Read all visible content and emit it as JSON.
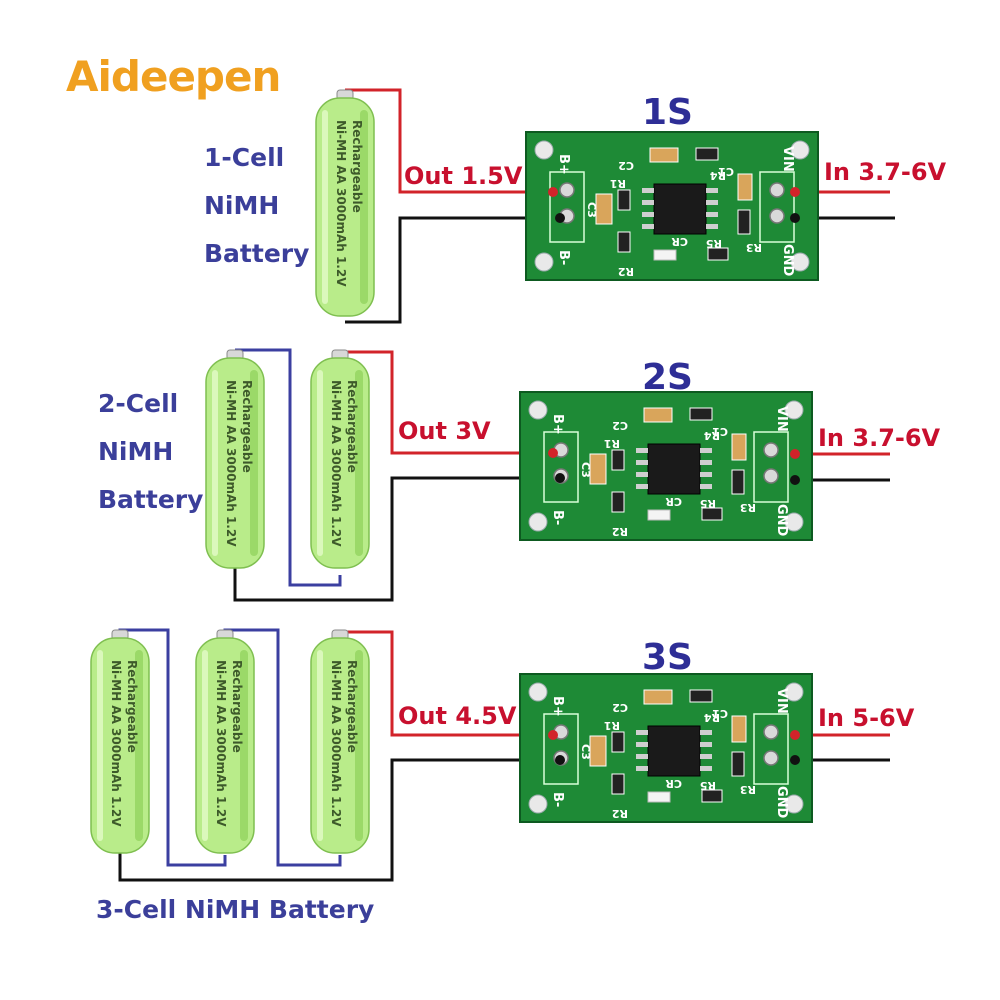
{
  "brand": {
    "name": "Aideepen"
  },
  "colors": {
    "battery_body": "#b9ec8a",
    "battery_shade": "#8fd15a",
    "pcb": "#1e8a36",
    "pcb_dark": "#0d5a20",
    "positive_wire": "#d2232a",
    "negative_wire": "#111111",
    "series_wire": "#3b3fa0",
    "label_blue": "#3b3f9a",
    "voltage_red": "#c8102e"
  },
  "battery_text": {
    "line1": "Ni-MH AA 3000mAh 1.2V",
    "line2": "Rechargeable"
  },
  "pcb_labels": {
    "b_plus": "B+",
    "b_minus": "B-",
    "vin": "VIN",
    "gnd": "GND",
    "c1": "C1",
    "c2": "C2",
    "c3": "C3",
    "r1": "R1",
    "r2": "R2",
    "r3": "R3",
    "r4": "R4",
    "r5": "R5",
    "cr": "CR"
  },
  "sections": [
    {
      "id": "1s",
      "title": "1S",
      "cell_label_lines": [
        "1-Cell",
        "NiMH",
        "Battery"
      ],
      "cells": 1,
      "output": "Out 1.5V",
      "input": "In 3.7-6V"
    },
    {
      "id": "2s",
      "title": "2S",
      "cell_label_lines": [
        "2-Cell",
        "NiMH",
        "Battery"
      ],
      "cells": 2,
      "output": "Out 3V",
      "input": "In 3.7-6V"
    },
    {
      "id": "3s",
      "title": "3S",
      "cell_label": "3-Cell NiMH Battery",
      "cells": 3,
      "output": "Out 4.5V",
      "input": "In 5-6V"
    }
  ]
}
